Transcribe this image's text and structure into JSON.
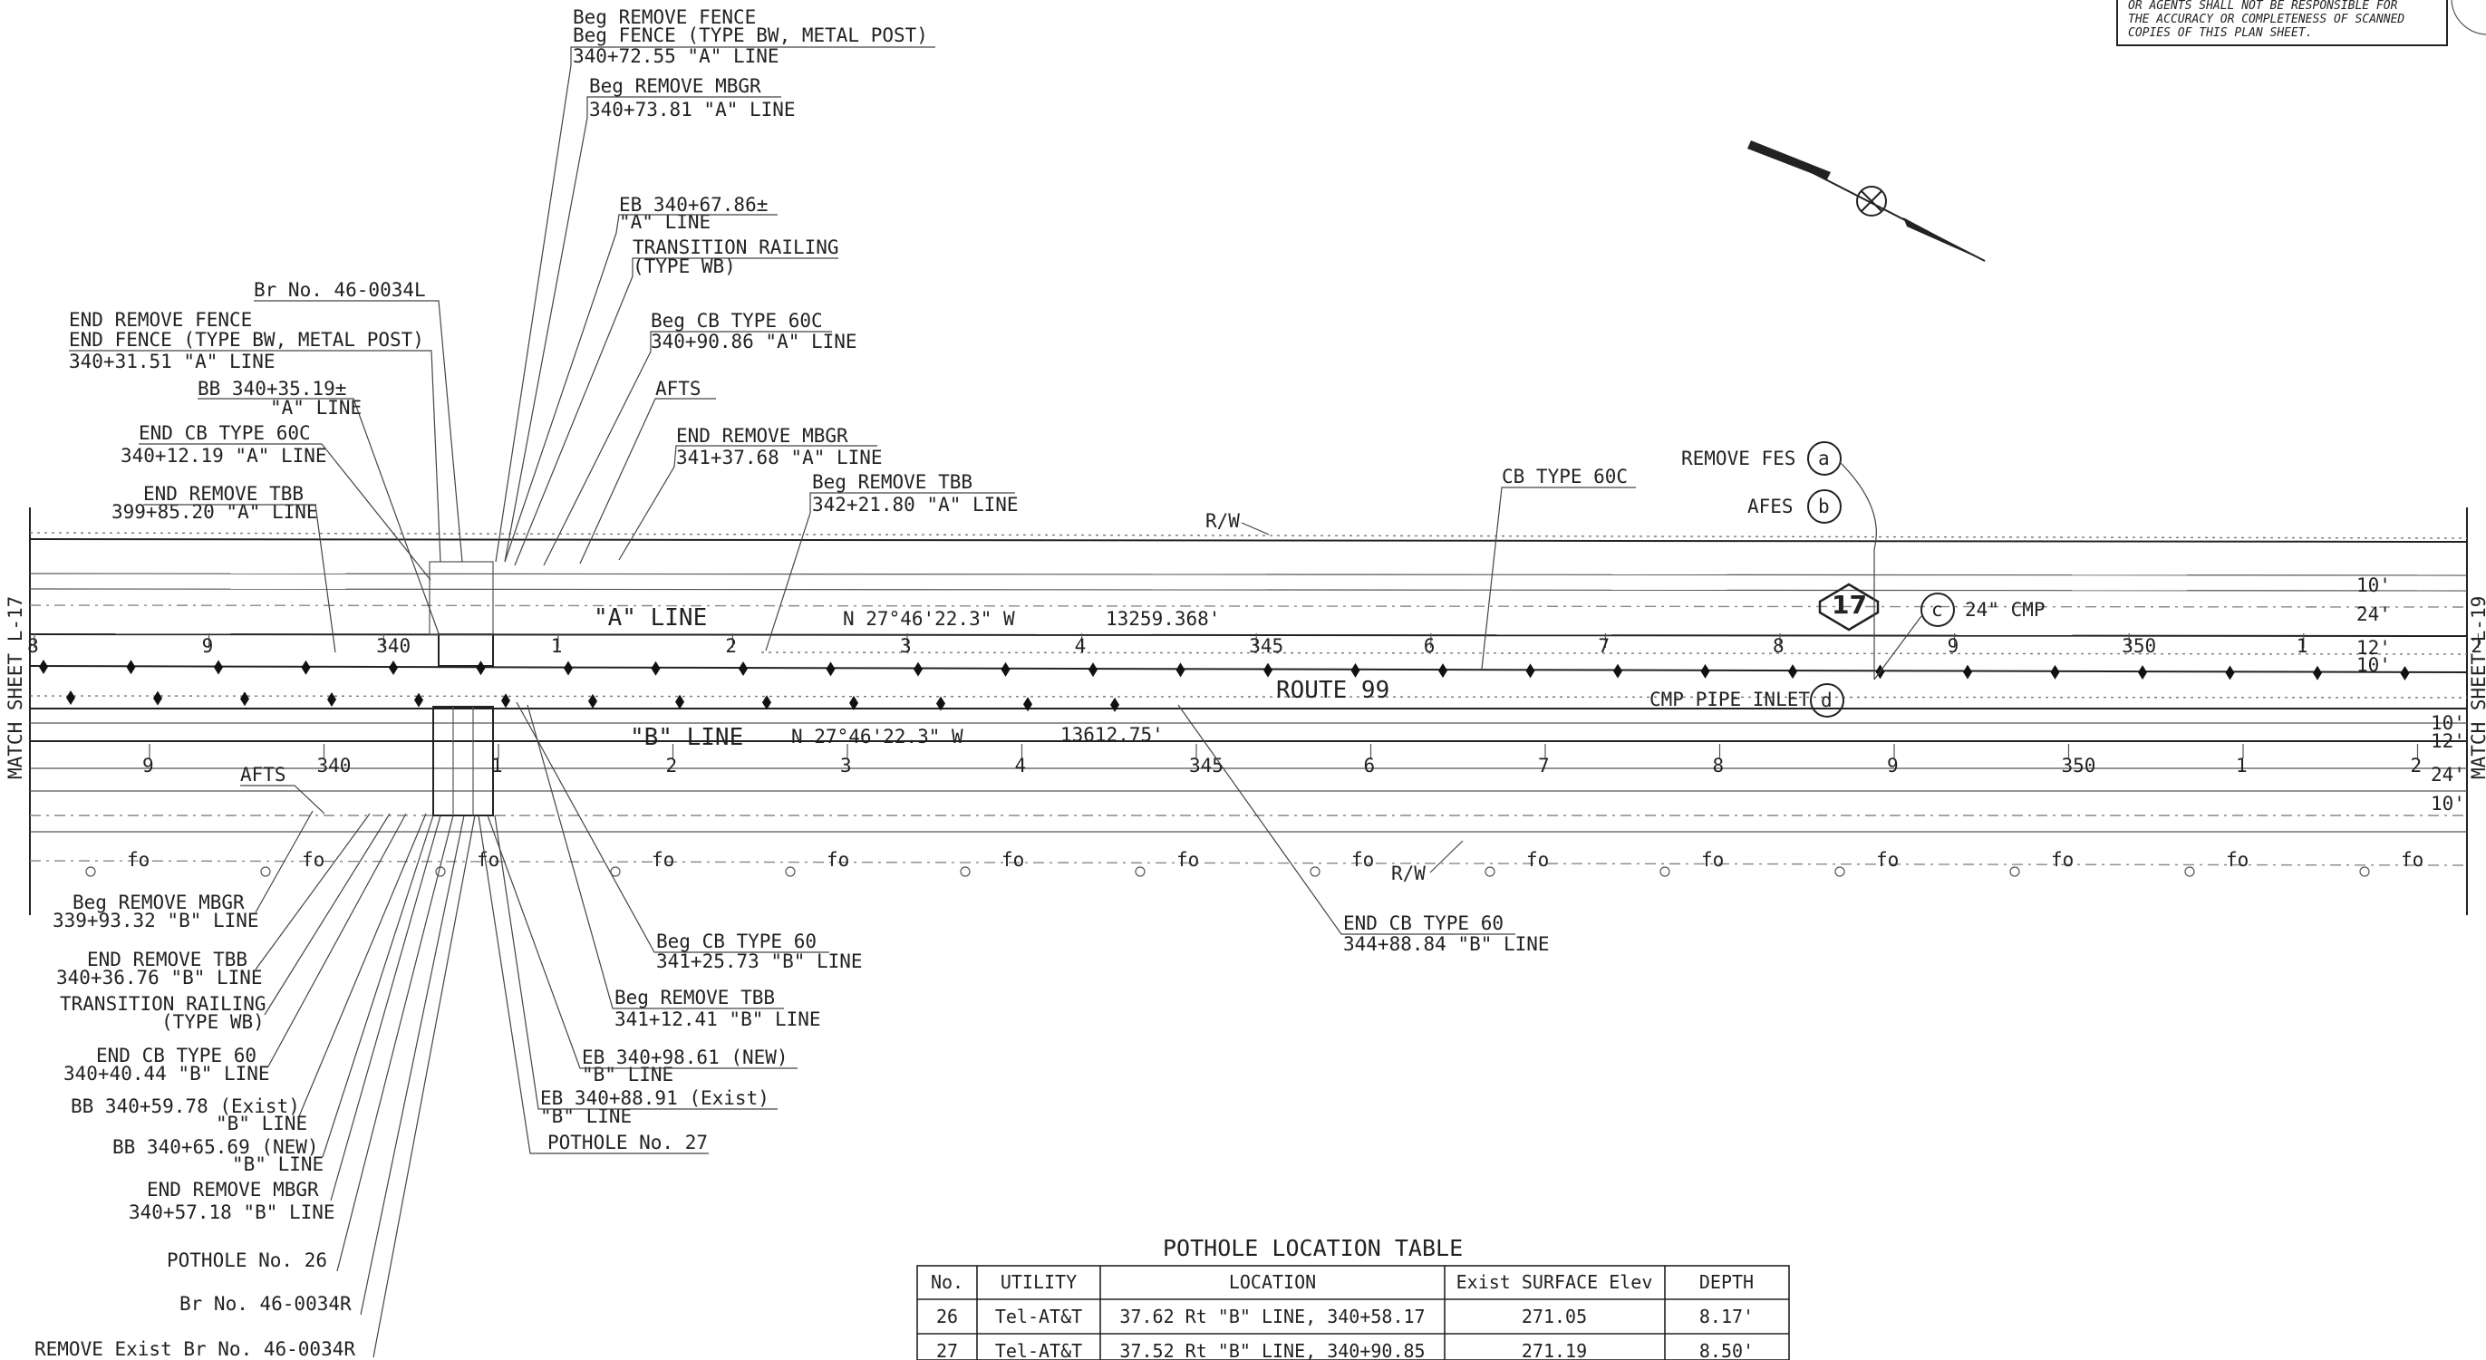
{
  "disclaimer": [
    "OR AGENTS SHALL NOT BE RESPONSIBLE FOR",
    "THE ACCURACY OR COMPLETENESS OF SCANNED",
    "COPIES OF THIS PLAN SHEET."
  ],
  "match_left": "MATCH SHEET L-17",
  "match_right": "MATCH SHEET L-19",
  "route": "ROUTE 99",
  "route_shield": "17",
  "a_line": {
    "name": "\"A\" LINE",
    "bearing": "N 27°46'22.3\" W",
    "length": "13259.368'"
  },
  "b_line": {
    "name": "\"B\" LINE",
    "bearing": "N 27°46'22.3\" W",
    "length": "13612.75'"
  },
  "a_stations": [
    "8",
    "9",
    "340",
    "1",
    "2",
    "3",
    "4",
    "345",
    "6",
    "7",
    "8",
    "9",
    "350",
    "1",
    "2"
  ],
  "b_stations": [
    "9",
    "340",
    "1",
    "2",
    "3",
    "4",
    "345",
    "6",
    "7",
    "8",
    "9",
    "350",
    "1",
    "2"
  ],
  "lane_widths": [
    "10'",
    "24'",
    "12'",
    "10'",
    "10'",
    "12'",
    "24'",
    "10'"
  ],
  "row_label": "R/W",
  "fiber": "fo",
  "callouts_top": [
    {
      "l1": "Beg REMOVE FENCE",
      "l2": "Beg FENCE (TYPE BW, METAL POST)",
      "l3": "340+72.55 \"A\" LINE"
    },
    {
      "l1": "Beg REMOVE MBGR",
      "l2": "340+73.81 \"A\" LINE"
    },
    {
      "l1": "EB 340+67.86±",
      "l2": "\"A\" LINE"
    },
    {
      "l1": "TRANSITION RAILING",
      "l2": "(TYPE WB)"
    },
    {
      "l1": "Beg CB TYPE 60C",
      "l2": "340+90.86 \"A\" LINE"
    },
    {
      "l1": "AFTS"
    },
    {
      "l1": "END REMOVE MBGR",
      "l2": "341+37.68 \"A\" LINE"
    },
    {
      "l1": "Beg REMOVE TBB",
      "l2": "342+21.80 \"A\" LINE"
    },
    {
      "l1": "Br No. 46-0034L"
    },
    {
      "l1": "END REMOVE FENCE",
      "l2": "END FENCE (TYPE BW, METAL POST)",
      "l3": "340+31.51 \"A\" LINE"
    },
    {
      "l1": "BB 340+35.19±",
      "l2": "\"A\" LINE"
    },
    {
      "l1": "END CB TYPE 60C",
      "l2": "340+12.19 \"A\" LINE"
    },
    {
      "l1": "END REMOVE TBB",
      "l2": "399+85.20 \"A\" LINE"
    },
    {
      "l1": "CB TYPE 60C"
    }
  ],
  "utility_items": [
    {
      "letter": "a",
      "label": "REMOVE FES"
    },
    {
      "letter": "b",
      "label": "AFES"
    },
    {
      "letter": "c",
      "label": "24\" CMP"
    },
    {
      "letter": "d",
      "label": "CMP PIPE INLET"
    }
  ],
  "callouts_bottom": [
    {
      "l1": "AFTS"
    },
    {
      "l1": "Beg REMOVE MBGR",
      "l2": "339+93.32 \"B\" LINE"
    },
    {
      "l1": "END REMOVE TBB",
      "l2": "340+36.76 \"B\" LINE"
    },
    {
      "l1": "TRANSITION RAILING",
      "l2": "(TYPE WB)"
    },
    {
      "l1": "END CB TYPE 60",
      "l2": "340+40.44 \"B\" LINE"
    },
    {
      "l1": "BB 340+59.78 (Exist)",
      "l2": "\"B\" LINE"
    },
    {
      "l1": "BB 340+65.69 (NEW)",
      "l2": "\"B\" LINE"
    },
    {
      "l1": "END REMOVE MBGR",
      "l2": "340+57.18 \"B\" LINE"
    },
    {
      "l1": "POTHOLE No. 26"
    },
    {
      "l1": "Br No. 46-0034R"
    },
    {
      "l1": "REMOVE Exist Br No. 46-0034R"
    },
    {
      "l1": "Beg CB TYPE 60",
      "l2": "341+25.73 \"B\" LINE"
    },
    {
      "l1": "Beg REMOVE TBB",
      "l2": "341+12.41 \"B\" LINE"
    },
    {
      "l1": "EB 340+98.61 (NEW)",
      "l2": "\"B\" LINE"
    },
    {
      "l1": "EB 340+88.91 (Exist)",
      "l2": "\"B\" LINE"
    },
    {
      "l1": "POTHOLE No. 27"
    },
    {
      "l1": "END CB TYPE 60",
      "l2": "344+88.84 \"B\" LINE"
    }
  ],
  "table": {
    "title": "POTHOLE LOCATION TABLE",
    "headers": [
      "No.",
      "UTILITY",
      "LOCATION",
      "Exist SURFACE Elev",
      "DEPTH"
    ],
    "rows": [
      [
        "26",
        "Tel-AT&T",
        "37.62 Rt \"B\" LINE, 340+58.17",
        "271.05",
        "8.17'"
      ],
      [
        "27",
        "Tel-AT&T",
        "37.52 Rt \"B\" LINE, 340+90.85",
        "271.19",
        "8.50'"
      ]
    ]
  }
}
